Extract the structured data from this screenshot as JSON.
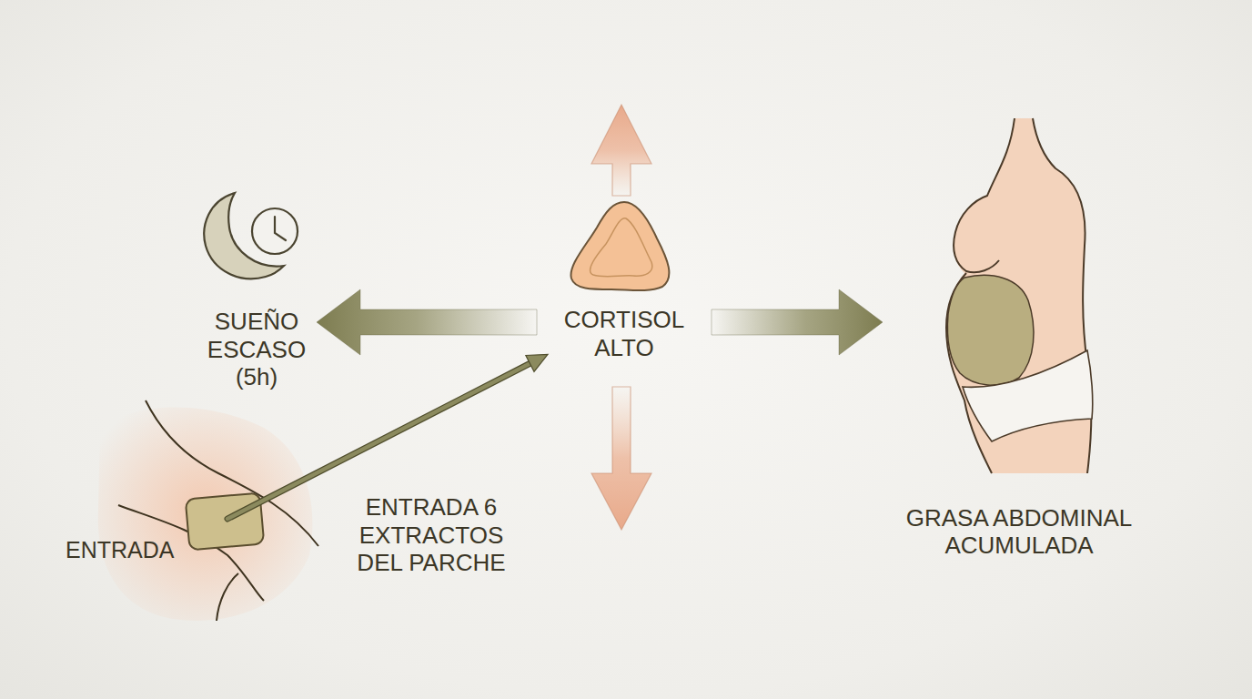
{
  "diagram": {
    "nodes": [
      {
        "text": [
          "SUEÑO ESCASO (5h)"
        ]
      },
      {
        "text": [
          "CORTISOL ALTO"
        ]
      },
      {
        "text": [
          "GRASA ABDOMINAL ACUMULADA"
        ]
      },
      {
        "text": [
          "ENTRADA 6 EXTRACTOS DEL PARCHE"
        ]
      }
    ],
    "edges": [
      {
        "from": 1,
        "to": 0,
        "arrow": "to"
      },
      {
        "from": 1,
        "to": 2,
        "arrow": "to"
      },
      {
        "from": 3,
        "to": 1,
        "arrow": "to"
      }
    ],
    "labels": [
      "ENTRADA"
    ]
  }
}
